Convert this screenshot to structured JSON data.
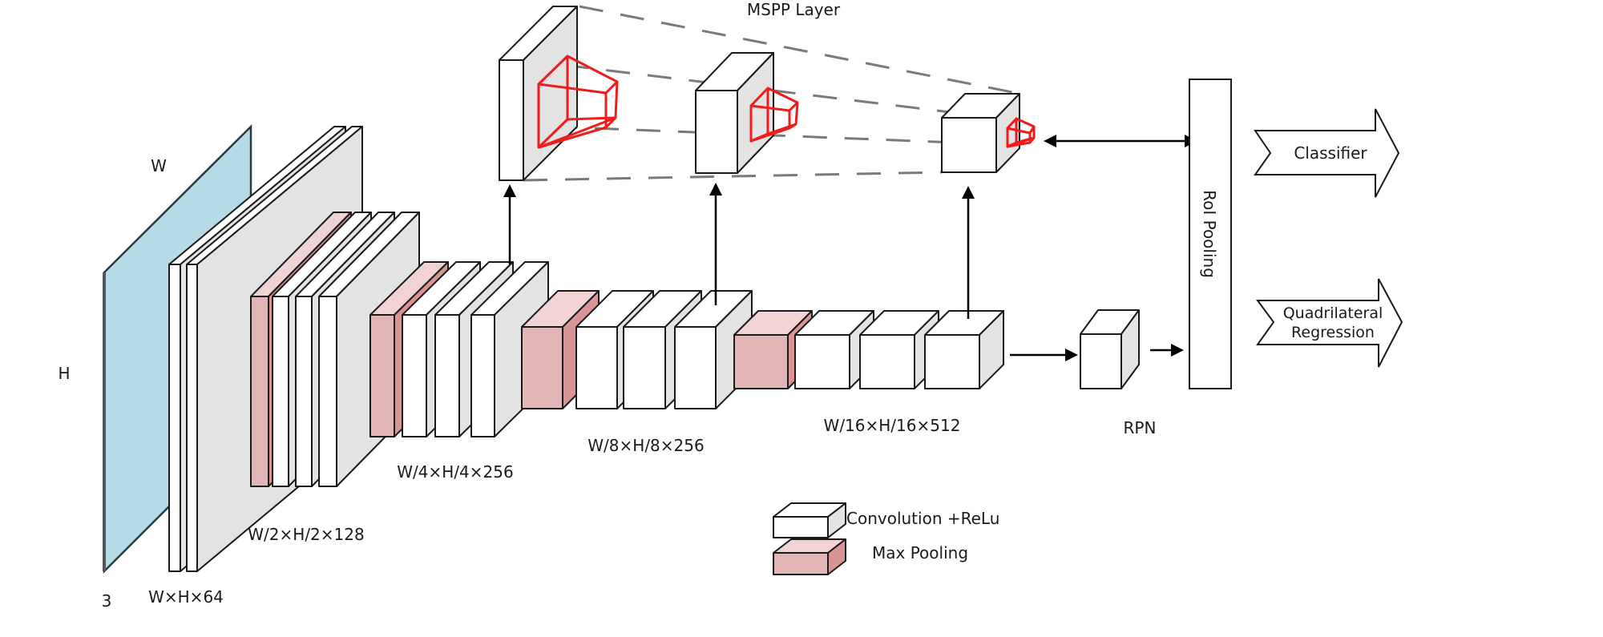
{
  "title": "MSPP Layer",
  "input": {
    "width_label": "W",
    "height_label": "H",
    "channels_label": "3"
  },
  "stages": [
    {
      "name": "stage-1",
      "label": "W×H×64",
      "conv_layers": 2,
      "has_pool": false
    },
    {
      "name": "stage-2",
      "label": "W/2×H/2×128",
      "conv_layers": 3,
      "has_pool": true
    },
    {
      "name": "stage-3",
      "label": "W/4×H/4×256",
      "conv_layers": 3,
      "has_pool": true
    },
    {
      "name": "stage-4",
      "label": "W/8×H/8×256",
      "conv_layers": 3,
      "has_pool": true
    },
    {
      "name": "stage-5",
      "label": "W/16×H/16×512",
      "conv_layers": 3,
      "has_pool": true
    }
  ],
  "mspp_blocks": 3,
  "rpn": {
    "label": "RPN"
  },
  "roi_pooling": {
    "label": "RoI Pooling"
  },
  "outputs": [
    {
      "label_lines": [
        "Classifier"
      ]
    },
    {
      "label_lines": [
        "Quadrilateral",
        "Regression"
      ]
    }
  ],
  "legend": [
    {
      "kind": "conv",
      "label": "Convolution +ReLu"
    },
    {
      "kind": "pool",
      "label": "Max Pooling"
    }
  ],
  "colors": {
    "input_plane": "#b5dce6",
    "conv_front": "#ffffff",
    "conv_side": "#e3e3e3",
    "pool_front": "#e3b6b6",
    "pool_top": "#f1d3d3",
    "pool_side": "#d99494",
    "kernel": "#ee1c1c",
    "dash": "#7a7a7a"
  }
}
